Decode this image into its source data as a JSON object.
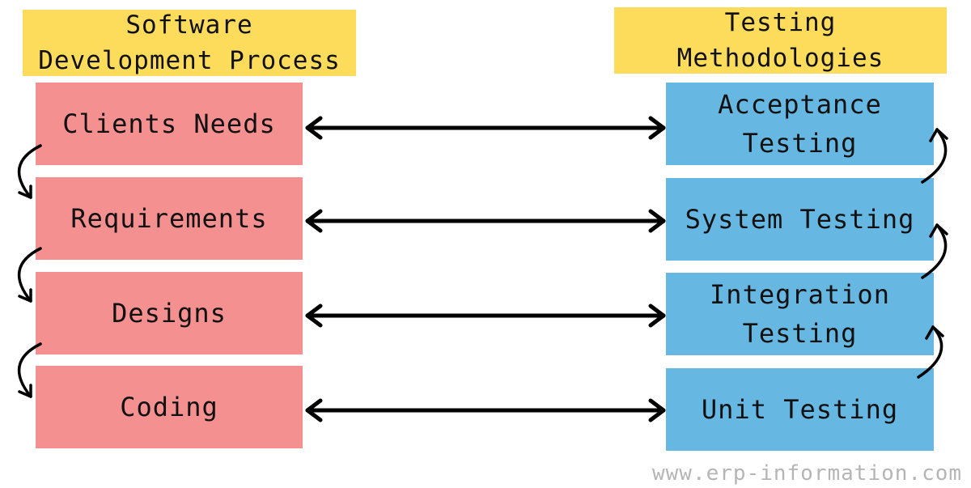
{
  "headers": {
    "left": [
      "Software",
      "Development Process"
    ],
    "right": [
      "Testing",
      "Methodologies"
    ]
  },
  "process_steps": [
    {
      "lines": [
        "Clients Needs"
      ]
    },
    {
      "lines": [
        "Requirements"
      ]
    },
    {
      "lines": [
        "Designs"
      ]
    },
    {
      "lines": [
        "Coding"
      ]
    }
  ],
  "testing_steps": [
    {
      "lines": [
        "Acceptance",
        "Testing"
      ]
    },
    {
      "lines": [
        "System Testing"
      ]
    },
    {
      "lines": [
        "Integration",
        "Testing"
      ]
    },
    {
      "lines": [
        "Unit Testing"
      ]
    }
  ],
  "footer": {
    "url": "www.erp-information.com"
  },
  "colors": {
    "header_bg": "#fddc5c",
    "process_box": "#f49090",
    "testing_box": "#67b7e3",
    "arrow": "#000000",
    "footer_text": "#b5b5b5"
  }
}
